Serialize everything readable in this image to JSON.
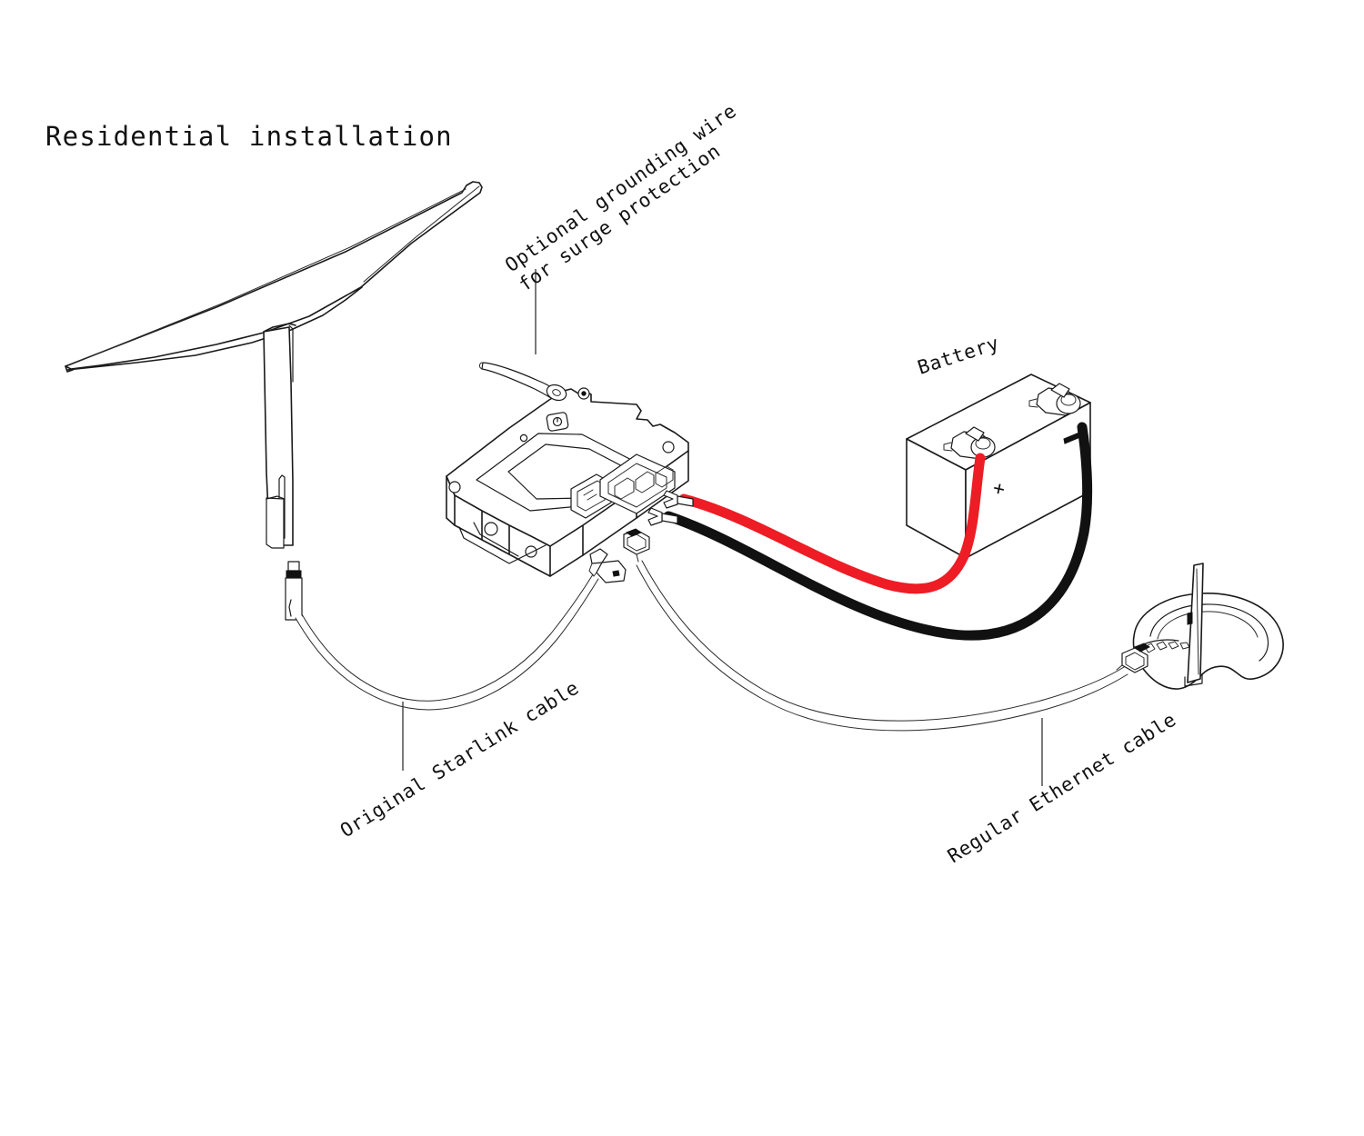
{
  "document": {
    "title": "Residential installation",
    "kind": "wiring-diagram",
    "background_color": "#ffffff",
    "line_color": "#1a1a1a"
  },
  "labels": {
    "title": "Residential installation",
    "grounding_line1": "Optional grounding wire",
    "grounding_line2": "for surge protection",
    "battery": "Battery",
    "starlink_cable": "Original Starlink cable",
    "ethernet_cable": "Regular Ethernet cable",
    "battery_plus": "+",
    "battery_minus": "—"
  },
  "colors": {
    "positive_wire": "#ee1c25",
    "negative_wire": "#111111",
    "outline": "#1a1a1a",
    "paper": "#ffffff"
  },
  "components": [
    {
      "id": "dish",
      "name": "Starlink dish antenna",
      "description": "Flat rectangular phased-array panel on tapered mast"
    },
    {
      "id": "converter",
      "name": "DC power converter / power supply",
      "description": "Rectangular box with power button, RJ45 port and screw terminal block"
    },
    {
      "id": "battery",
      "name": "Battery",
      "description": "12V box battery with positive and negative post terminals"
    },
    {
      "id": "router",
      "name": "Wi-Fi router",
      "description": "Dome router with vertical blade antenna and Ethernet ports"
    }
  ],
  "wiring": [
    {
      "id": "starlink-cable",
      "from": "dish",
      "to": "converter",
      "label": "Original Starlink cable",
      "color": "#ffffff"
    },
    {
      "id": "ethernet-cable",
      "from": "converter",
      "to": "router",
      "label": "Regular Ethernet cable",
      "color": "#ffffff"
    },
    {
      "id": "positive-lead",
      "from": "converter",
      "to": "battery positive terminal",
      "color": "#ee1c25"
    },
    {
      "id": "negative-lead",
      "from": "converter",
      "to": "battery negative terminal",
      "color": "#111111"
    },
    {
      "id": "grounding-wire",
      "from": "converter chassis lug",
      "to": "earth ground",
      "label": "Optional grounding wire for surge protection",
      "color": "#ffffff"
    }
  ]
}
